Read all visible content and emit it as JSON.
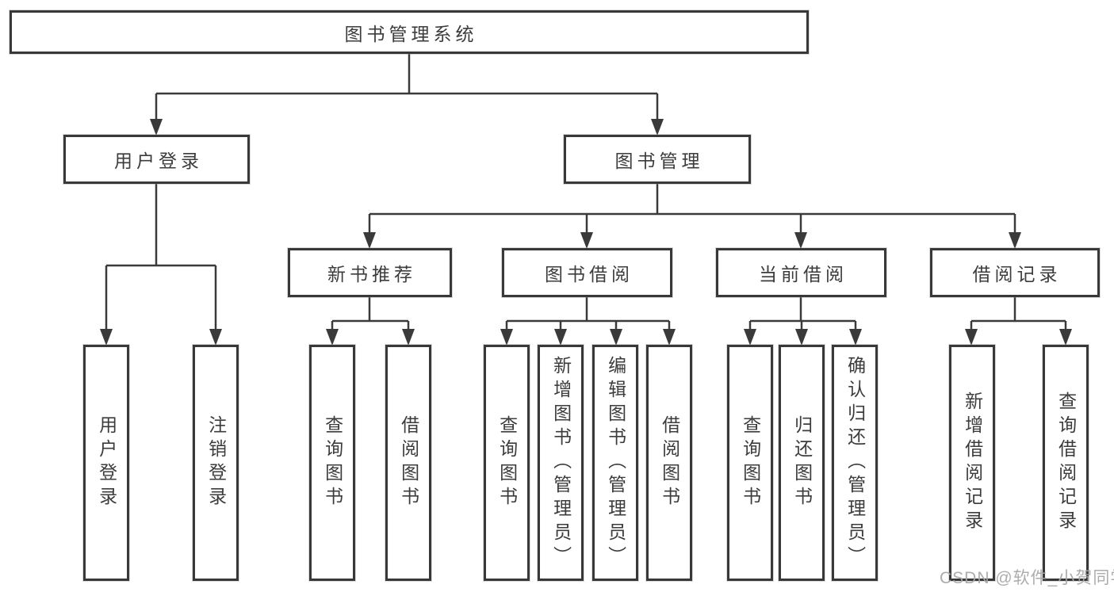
{
  "diagram": {
    "root": {
      "label": "图书管理系统"
    },
    "branches": [
      {
        "label": "用户登录",
        "children": [
          {
            "label": "用户登录"
          },
          {
            "label": "注销登录"
          }
        ]
      },
      {
        "label": "图书管理",
        "children": [
          {
            "label": "新书推荐",
            "children": [
              {
                "label": "查询图书"
              },
              {
                "label": "借阅图书"
              }
            ]
          },
          {
            "label": "图书借阅",
            "children": [
              {
                "label": "查询图书"
              },
              {
                "label": "新增图书（管理员）"
              },
              {
                "label": "编辑图书（管理员）"
              },
              {
                "label": "借阅图书"
              }
            ]
          },
          {
            "label": "当前借阅",
            "children": [
              {
                "label": "查询图书"
              },
              {
                "label": "归还图书"
              },
              {
                "label": "确认归还（管理员）"
              }
            ]
          },
          {
            "label": "借阅记录",
            "children": [
              {
                "label": "新增借阅记录"
              },
              {
                "label": "查询借阅记录"
              }
            ]
          }
        ]
      }
    ]
  },
  "colors": {
    "line": "#3a3a3a",
    "border": "#383838",
    "text": "#3c3c3c",
    "watermark": "#a8a8a8"
  },
  "watermark": {
    "text": "CSDN @软件_小贺同学"
  }
}
